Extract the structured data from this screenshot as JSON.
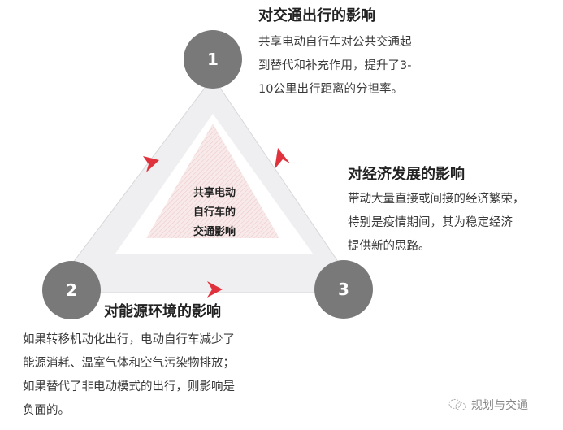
{
  "diagram": {
    "center_label_lines": [
      "共享电动",
      "自行车的",
      "交通影响"
    ],
    "nodes": [
      {
        "number": "1",
        "title": "对交通出行的影响",
        "body_lines": [
          "共享电动自行车对公共交通起",
          "到替代和补充作用，提升了3-",
          "10公里出行距离的分担率。"
        ]
      },
      {
        "number": "2",
        "title": "对能源环境的影响",
        "body_lines": [
          "如果转移机动化出行，电动自行车减少了",
          "能源消耗、温室气体和空气污染物排放；",
          "如果替代了非电动模式的出行，则影响是",
          "负面的。"
        ]
      },
      {
        "number": "3",
        "title": "对经济发展的影响",
        "body_lines": [
          "带动大量直接或间接的经济繁荣，",
          "特别是疫情期间，其为稳定经济",
          "提供新的思路。"
        ]
      }
    ],
    "colors": {
      "circle": "#7a797a",
      "band": "#efeef0",
      "arrow": "#e0323c",
      "hatch": "#f3d9d9"
    }
  },
  "watermark": {
    "text": "规划与交通",
    "icon": "wechat-icon"
  }
}
